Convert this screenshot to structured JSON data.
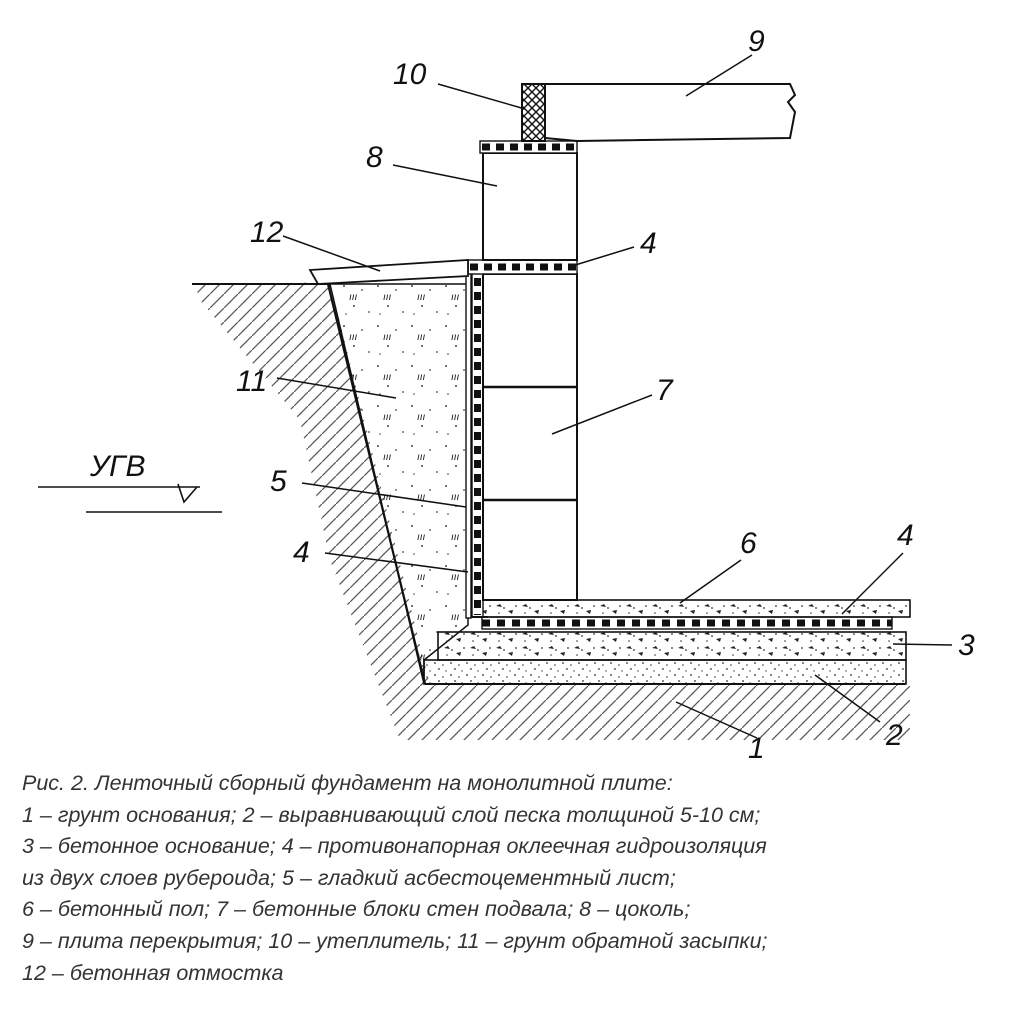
{
  "labels": {
    "l1": "1",
    "l2": "2",
    "l3": "3",
    "l4a": "4",
    "l4b": "4",
    "l4c": "4",
    "l5": "5",
    "l6": "6",
    "l7": "7",
    "l8": "8",
    "l9": "9",
    "l10": "10",
    "l11": "11",
    "l12": "12",
    "ugv": "УГВ"
  },
  "caption": {
    "title": "Рис. 2. Ленточный сборный фундамент на монолитной плите:",
    "lines": [
      "1 – грунт основания; 2 – выравнивающий слой песка толщиной 5-10 см;",
      "3 – бетонное основание; 4 – противонапорная оклеечная гидроизоляция",
      "из двух слоев рубероида; 5 – гладкий асбестоцементный лист;",
      "6 – бетонный пол; 7 – бетонные блоки стен подвала; 8 – цоколь;",
      "9 – плита перекрытия; 10 – утеплитель; 11 – грунт обратной засыпки;",
      "12 – бетонная отмостка"
    ]
  }
}
